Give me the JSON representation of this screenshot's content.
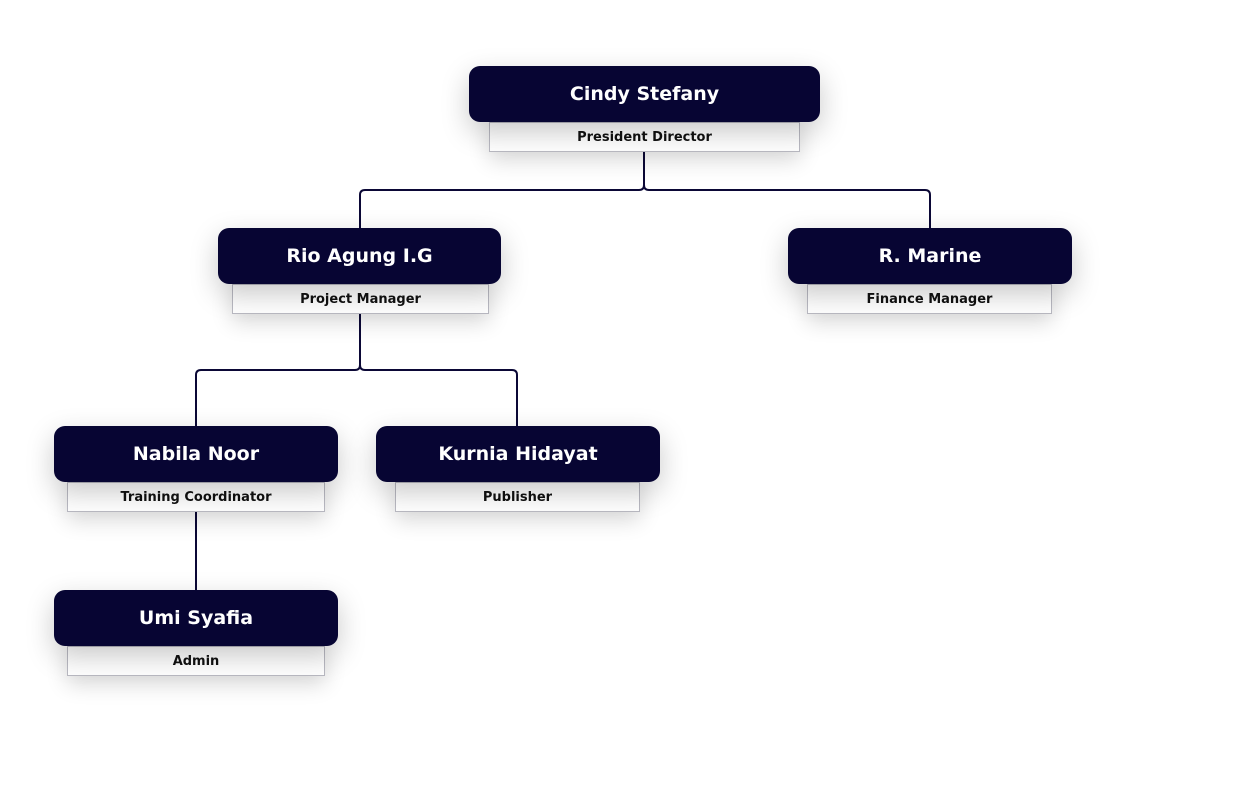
{
  "colors": {
    "name_box": "#070533",
    "name_text": "#ffffff",
    "role_box": "#ffffff",
    "connector": "#0b0836"
  },
  "org_chart": {
    "president": {
      "name": "Cindy Stefany",
      "role": "President Director"
    },
    "project_manager": {
      "name": "Rio Agung I.G",
      "role": "Project Manager"
    },
    "finance_manager": {
      "name": "R. Marine",
      "role": "Finance Manager"
    },
    "training_coordinator": {
      "name": "Nabila Noor",
      "role": "Training Coordinator"
    },
    "publisher": {
      "name": "Kurnia Hidayat",
      "role": "Publisher"
    },
    "admin": {
      "name": "Umi Syafia",
      "role": "Admin"
    }
  },
  "reporting_lines": [
    {
      "from": "president",
      "to": "project_manager"
    },
    {
      "from": "president",
      "to": "finance_manager"
    },
    {
      "from": "project_manager",
      "to": "training_coordinator"
    },
    {
      "from": "project_manager",
      "to": "publisher"
    },
    {
      "from": "training_coordinator",
      "to": "admin"
    }
  ]
}
